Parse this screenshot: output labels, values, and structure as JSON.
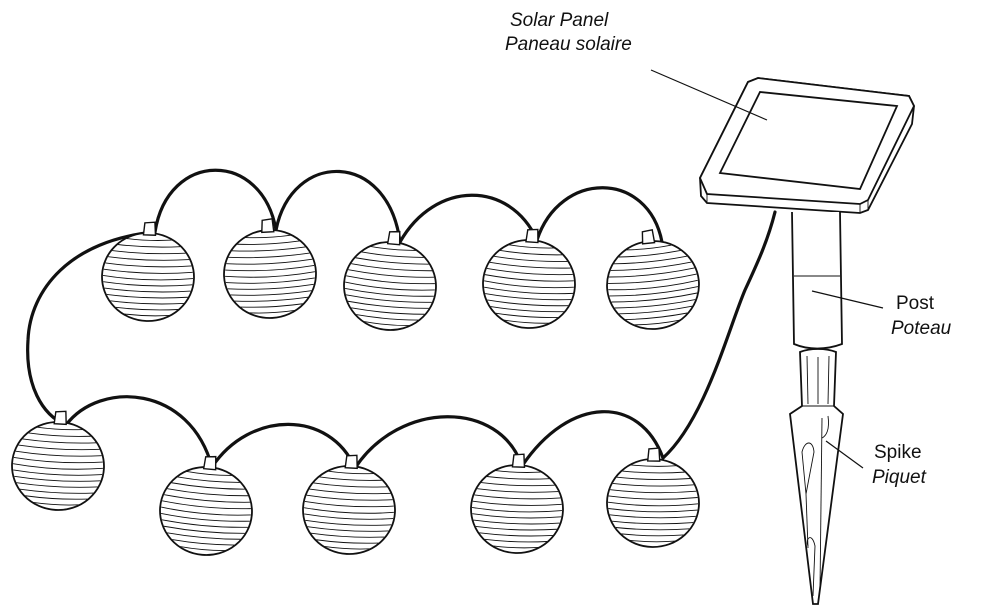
{
  "labels": {
    "solar_panel_en": "Solar Panel",
    "solar_panel_fr": "Paneau solaire",
    "post_en": "Post",
    "post_fr": "Poteau",
    "spike_en": "Spike",
    "spike_fr": "Piquet"
  },
  "diagram": {
    "lantern_count": 10,
    "colors": {
      "line": "#111111",
      "background": "#ffffff"
    }
  }
}
